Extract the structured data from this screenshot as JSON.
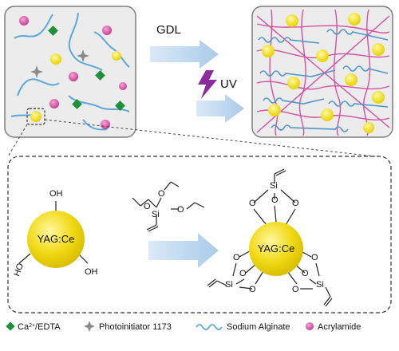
{
  "arrows": {
    "top_label": "GDL",
    "uv_label": "UV"
  },
  "particle": {
    "core_label_left": "YAG:Ce",
    "core_label_right": "YAG:Ce",
    "oh": "OH",
    "ho": "HO",
    "silicon": "Si",
    "oxygen": "O"
  },
  "legend": {
    "items": [
      {
        "icon": "green-diamond",
        "label_main": "Ca",
        "label_sup": "2+",
        "label_tail": "/EDTA"
      },
      {
        "icon": "gray-star",
        "label": "Photoinitiator 1173"
      },
      {
        "icon": "blue-wave",
        "label": "Sodium Alginate"
      },
      {
        "icon": "magenta-circle",
        "label": "Acrylamide"
      }
    ]
  },
  "colors": {
    "panel_fill": "#ececec",
    "alginate": "#5aa9dc",
    "acrylamide": "#d54fa3",
    "calcium": "#1f8f3a",
    "yag": "#f2dc1c",
    "arrow": "#c5ddf2",
    "uv": "#8a2c9b"
  }
}
